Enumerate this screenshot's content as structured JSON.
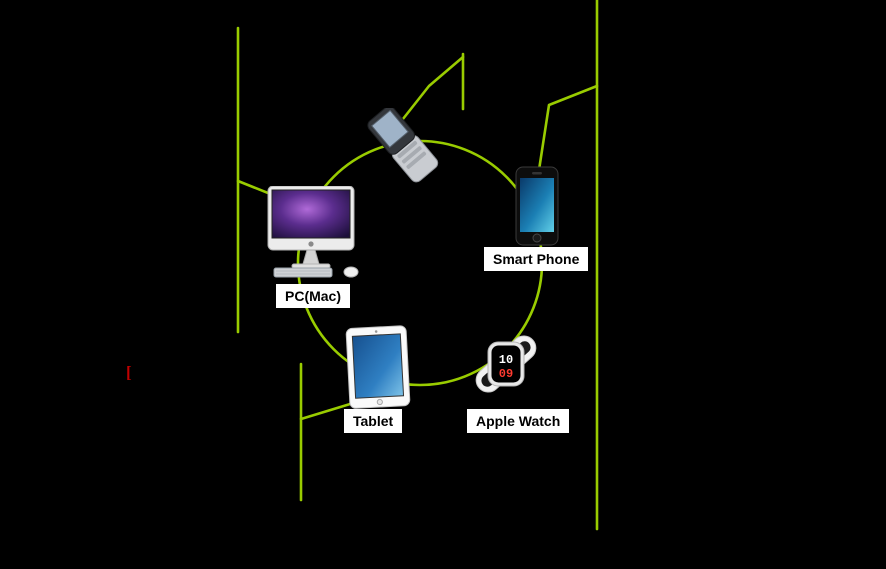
{
  "colors": {
    "background": "#000000",
    "connector_green": "#99CC00",
    "label_background": "#FFFFFF",
    "label_text": "#000000",
    "bracket_red": "#C00000"
  },
  "diagram": {
    "topology": "ring-network-of-devices",
    "nodes": [
      {
        "id": "feature-phone",
        "label": ""
      },
      {
        "id": "smart-phone",
        "label": "Smart Phone"
      },
      {
        "id": "pc-mac",
        "label": "PC(Mac)"
      },
      {
        "id": "tablet",
        "label": "Tablet"
      },
      {
        "id": "apple-watch",
        "label": "Apple Watch"
      }
    ]
  },
  "watch_face": {
    "hour": "10",
    "minute": "09"
  },
  "annotations": {
    "red_bracket": "["
  }
}
